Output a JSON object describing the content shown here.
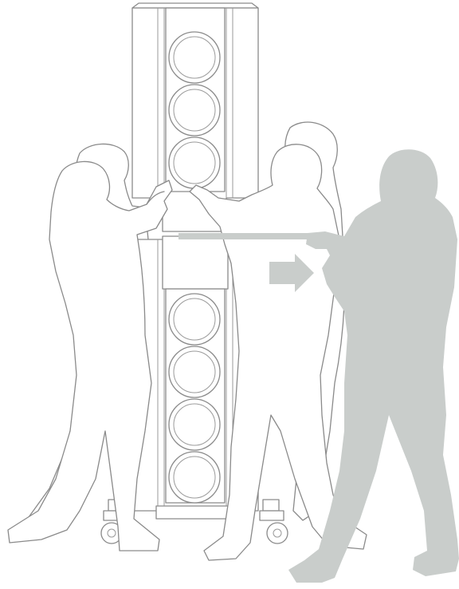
{
  "figure": {
    "subject": "speaker-tower-lift-illustration",
    "palette": {
      "outline": "#8a8a8a",
      "background": "#ffffff",
      "highlight_silhouette": "#c9cdcb",
      "arrow": "#c9cdcb"
    },
    "driver_count": 7,
    "people_outlined": 4,
    "people_highlighted": 1,
    "arrow_direction": "right",
    "icons": [
      "speaker-tower",
      "bass-driver",
      "caster-wheel",
      "person-silhouette",
      "move-arrow"
    ]
  }
}
